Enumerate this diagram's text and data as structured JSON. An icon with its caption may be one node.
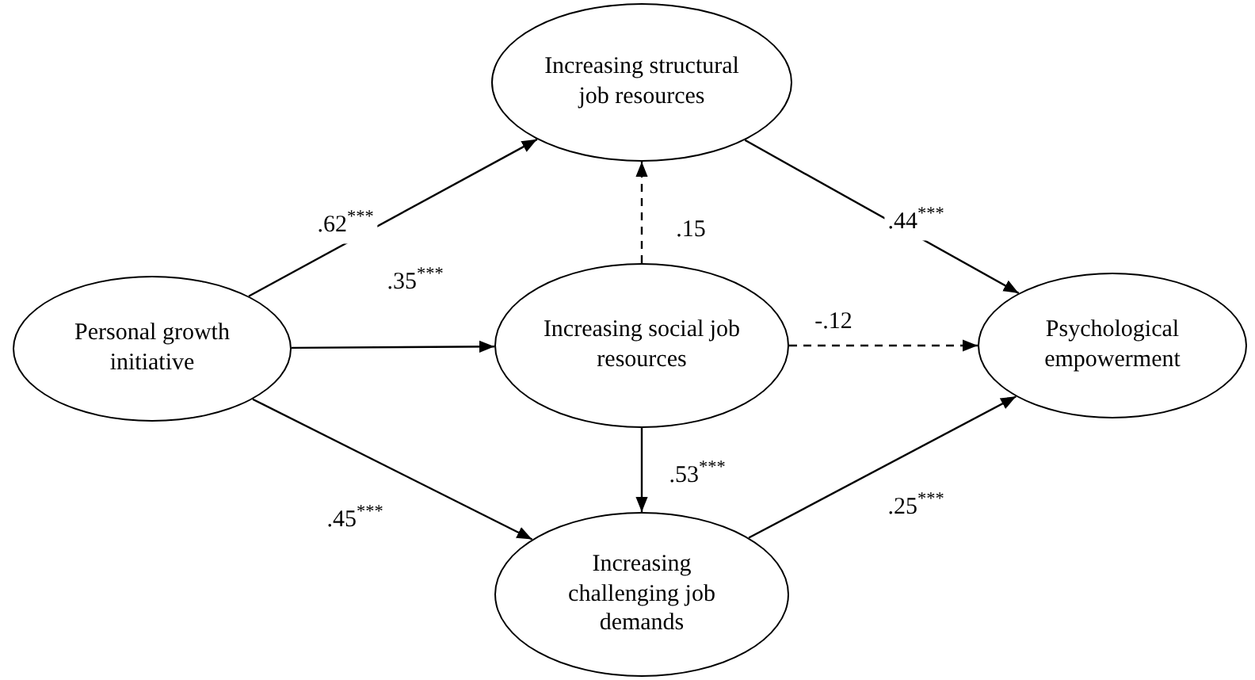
{
  "diagram": {
    "nodes": [
      {
        "text": [
          "Personal growth initiative"
        ]
      },
      {
        "text": [
          "Increasing structural job resources"
        ]
      },
      {
        "text": [
          "Increasing social job resources"
        ]
      },
      {
        "text": [
          "Increasing challenging job demands"
        ]
      },
      {
        "text": [
          "Psychological empowerment"
        ]
      }
    ],
    "edges": [
      {
        "from": 0,
        "to": 1,
        "arrow": "to",
        "label": ".62$^{***}$"
      },
      {
        "from": 0,
        "to": 2,
        "arrow": "to",
        "label": ".35$^{***}$"
      },
      {
        "from": 0,
        "to": 3,
        "arrow": "to",
        "label": ".45$^{***}$"
      },
      {
        "from": 2,
        "to": 1,
        "arrow": "to",
        "label": ".15",
        "style": "dashed"
      },
      {
        "from": 2,
        "to": 4,
        "arrow": "to",
        "label": "-.12",
        "style": "dashed"
      },
      {
        "from": 2,
        "to": 3,
        "arrow": "to",
        "label": ".53$^{***}$"
      },
      {
        "from": 1,
        "to": 4,
        "arrow": "to",
        "label": ".44$^{***}$"
      },
      {
        "from": 3,
        "to": 4,
        "arrow": "to",
        "label": ".25$^{***}$"
      }
    ]
  }
}
